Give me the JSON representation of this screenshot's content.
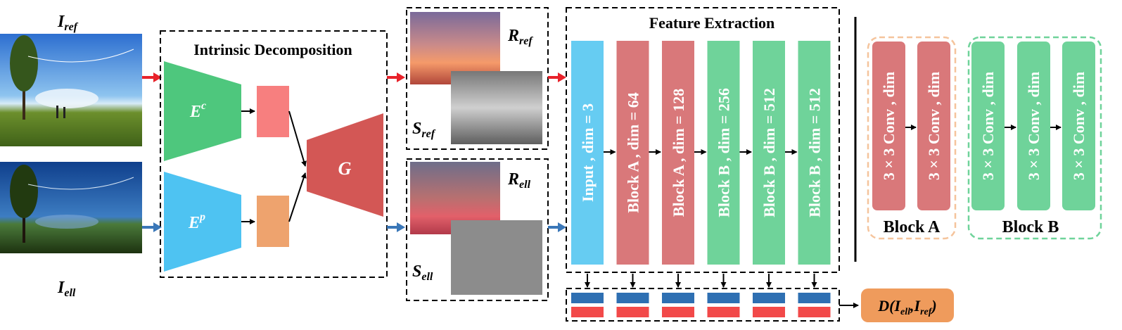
{
  "inputs": {
    "ref_label": "I",
    "ref_sub": "ref",
    "ell_label": "I",
    "ell_sub": "ell"
  },
  "intrinsic": {
    "title": "Intrinsic Decomposition",
    "enc_content": "E",
    "enc_content_sup": "c",
    "enc_photo": "E",
    "enc_photo_sup": "p",
    "generator": "G"
  },
  "outputs": {
    "r_ref": "R",
    "r_ref_sub": "ref",
    "s_ref": "S",
    "s_ref_sub": "ref",
    "r_ell": "R",
    "r_ell_sub": "ell",
    "s_ell": "S",
    "s_ell_sub": "ell"
  },
  "feature_extraction": {
    "title": "Feature Extraction",
    "columns": [
      {
        "label": "Input , dim = 3",
        "color": "#66ccf2"
      },
      {
        "label": "Block A , dim = 64",
        "color": "#d9787a"
      },
      {
        "label": "Block A , dim = 128",
        "color": "#d9787a"
      },
      {
        "label": "Block B , dim = 256",
        "color": "#6fd39a"
      },
      {
        "label": "Block B , dim = 512",
        "color": "#6fd39a"
      },
      {
        "label": "Block B , dim = 512",
        "color": "#6fd39a"
      }
    ]
  },
  "distance": {
    "label": "D(",
    "i1": "I",
    "i1_sub": "ell",
    "sep": ",",
    "i2": "I",
    "i2_sub": "ref",
    "close": ")"
  },
  "legend": {
    "block_a": {
      "title": "Block A",
      "conv": [
        "3 × 3 Conv , dim",
        "3 × 3 Conv , dim"
      ]
    },
    "block_b": {
      "title": "Block B",
      "conv": [
        "3 × 3 Conv , dim",
        "3 × 3 Conv , dim",
        "3 × 3 Conv , dim"
      ]
    }
  },
  "colors": {
    "encoder_content": "#4ec77d",
    "encoder_photo": "#4ec3f2",
    "generator": "#d35755",
    "feat_content": "#f77f7f",
    "feat_photo": "#eea36e",
    "arrow_ref": "#e8222a",
    "arrow_ell": "#3a77b8",
    "bar_blue": "#2e6fb2",
    "bar_red": "#f24949",
    "distance_box": "#ef9b5c",
    "block_a_border": "#f5c49c",
    "block_b_border": "#6fd39a"
  }
}
